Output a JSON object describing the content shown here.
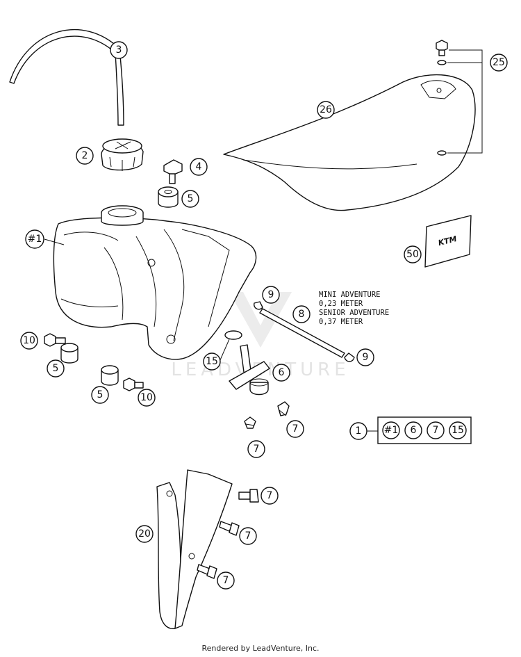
{
  "callouts": {
    "c3": "3",
    "c2": "2",
    "c4": "4",
    "c5a": "5",
    "c1tank": "#1",
    "c10a": "10",
    "c5b": "5",
    "c5c": "5",
    "c10b": "10",
    "c9a": "9",
    "c8": "8",
    "c9b": "9",
    "c15": "15",
    "c6": "6",
    "c7a": "7",
    "c7b": "7",
    "c25": "25",
    "c26": "26",
    "c50": "50",
    "c20": "20",
    "c7c": "7",
    "c7d": "7",
    "c7e": "7"
  },
  "kit": {
    "main": "1",
    "items": [
      "#1",
      "6",
      "7",
      "15"
    ]
  },
  "notes": {
    "line1": "MINI ADVENTURE",
    "line2": "0,23 METER",
    "line3": "SENIOR ADVENTURE",
    "line4": "0,37 METER"
  },
  "decal_logo": "KTM",
  "watermark": "LEADVENTURE",
  "footer": "Rendered by LeadVenture, Inc.",
  "colors": {
    "line": "#111111",
    "background": "#ffffff",
    "watermark": "#e3e3e3"
  }
}
